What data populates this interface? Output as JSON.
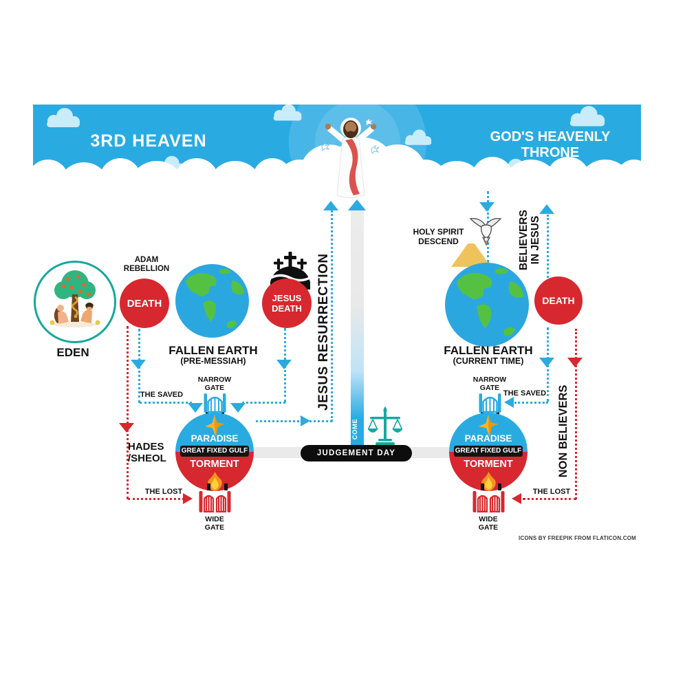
{
  "banner": {
    "left_title": "3RD HEAVEN",
    "right_title_line1": "GOD'S HEAVENLY",
    "right_title_line2": "THRONE"
  },
  "eden": {
    "label": "EDEN"
  },
  "adam_rebellion": {
    "line1": "ADAM",
    "line2": "REBELLION"
  },
  "left_death": {
    "label": "DEATH"
  },
  "right_death": {
    "label": "DEATH"
  },
  "earth_pre": {
    "title": "FALLEN EARTH",
    "subtitle": "(PRE-MESSIAH)"
  },
  "earth_current": {
    "title": "FALLEN EARTH",
    "subtitle": "(CURRENT TIME)"
  },
  "jesus_death": {
    "line1": "JESUS",
    "line2": "DEATH"
  },
  "resurrection_label": "JESUS RESURRECTION",
  "come_label": "COME",
  "judgement_label": "JUDGEMENT DAY",
  "hades": {
    "line1": "HADES",
    "line2": "/SHEOL"
  },
  "holy_spirit": {
    "line1": "HOLY SPIRIT",
    "line2": "DESCEND"
  },
  "believers": {
    "line1": "BELIEVERS",
    "line2": "IN JESUS"
  },
  "non_believers_label": "NON BELIEVERS",
  "realms": [
    {
      "narrow_gate_line1": "NARROW",
      "narrow_gate_line2": "GATE",
      "saved_label": "THE SAVED",
      "paradise_label": "PARADISE",
      "gulf_label": "GREAT FIXED GULF",
      "torment_label": "TORMENT",
      "lost_label": "THE LOST",
      "wide_gate_line1": "WIDE",
      "wide_gate_line2": "GATE"
    },
    {
      "narrow_gate_line1": "NARROW",
      "narrow_gate_line2": "GATE",
      "saved_label": "THE SAVED",
      "paradise_label": "PARADISE",
      "gulf_label": "GREAT FIXED GULF",
      "torment_label": "TORMENT",
      "lost_label": "THE LOST",
      "wide_gate_line1": "WIDE",
      "wide_gate_line2": "GATE"
    }
  ],
  "credit": "ICONS BY FREEPIK FROM FLATICON.COM",
  "icons": {
    "jesus_ascended": "jesus-figure-icon",
    "dove": "dove-icon",
    "globe": "globe-icon",
    "calvary": "calvary-crosses-icon",
    "scales": "scales-of-justice-icon",
    "narrow_gate": "narrow-gate-icon",
    "wide_gate": "wide-gate-icon",
    "star": "star-icon",
    "flame": "flame-icon",
    "eden_tree": "eden-tree-icon"
  },
  "colors": {
    "sky": "#29abe2",
    "arrow_blue": "#29abe2",
    "red": "#d7282f",
    "teal": "#16a8a0",
    "gold": "#f6b42c",
    "black": "#111111",
    "gray_band": "#eaeaea",
    "beam_gold": "#efc35c"
  }
}
